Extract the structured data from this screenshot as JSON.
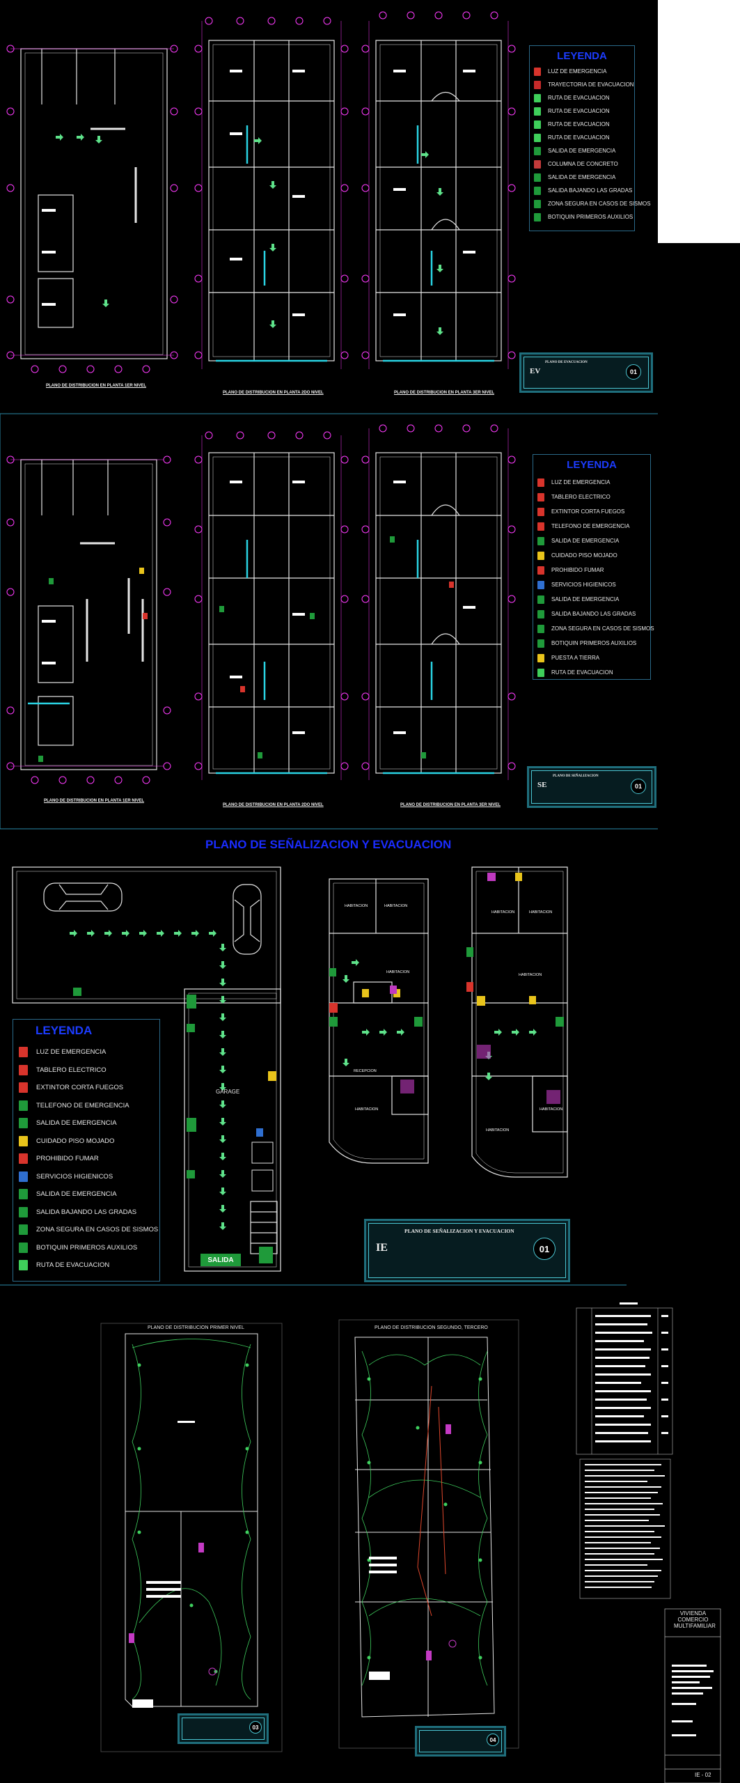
{
  "sheet_top": {
    "legend": {
      "title": "LEYENDA",
      "items": [
        {
          "label": "LUZ DE EMERGENCIA",
          "color": "#d8342c"
        },
        {
          "label": "TRAYECTORIA DE EVACUACION",
          "color": "#c62a2a"
        },
        {
          "label": "RUTA DE EVACUACION",
          "color": "#3fcf5a"
        },
        {
          "label": "RUTA DE EVACUACION",
          "color": "#3fcf5a"
        },
        {
          "label": "RUTA DE EVACUACION",
          "color": "#3fcf5a"
        },
        {
          "label": "RUTA DE EVACUACION",
          "color": "#3fcf5a"
        },
        {
          "label": "SALIDA DE EMERGENCIA",
          "color": "#1f9a3a"
        },
        {
          "label": "COLUMNA DE CONCRETO",
          "color": "#c43a3a"
        },
        {
          "label": "SALIDA DE EMERGENCIA",
          "color": "#1f9a3a"
        },
        {
          "label": "SALIDA BAJANDO LAS GRADAS",
          "color": "#1f9a3a"
        },
        {
          "label": "ZONA SEGURA EN CASOS DE SISMOS",
          "color": "#1f9a3a"
        },
        {
          "label": "BOTIQUIN PRIMEROS AUXILIOS",
          "color": "#1f9a3a"
        }
      ]
    },
    "captions": [
      "PLANO DE DISTRIBUCION EN PLANTA 1ER NIVEL",
      "PLANO DE DISTRIBUCION EN PLANTA 2DO NIVEL",
      "PLANO DE DISTRIBUCION EN PLANTA 3ER NIVEL"
    ],
    "title_block": {
      "title": "PLANO DE EVACUACION",
      "code": "EV",
      "number": "01"
    }
  },
  "sheet_mid": {
    "legend": {
      "title": "LEYENDA",
      "items": [
        {
          "label": "LUZ DE EMERGENCIA",
          "color": "#d8342c"
        },
        {
          "label": "TABLERO ELECTRICO",
          "color": "#d8342c"
        },
        {
          "label": "EXTINTOR CORTA FUEGOS",
          "color": "#d8342c"
        },
        {
          "label": "TELEFONO DE EMERGENCIA",
          "color": "#d8342c"
        },
        {
          "label": "SALIDA DE EMERGENCIA",
          "color": "#1f9a3a"
        },
        {
          "label": "CUIDADO PISO MOJADO",
          "color": "#e9c41b"
        },
        {
          "label": "PROHIBIDO FUMAR",
          "color": "#d8342c"
        },
        {
          "label": "SERVICIOS HIGIENICOS",
          "color": "#2f6fd0"
        },
        {
          "label": "SALIDA DE EMERGENCIA",
          "color": "#1f9a3a"
        },
        {
          "label": "SALIDA BAJANDO LAS GRADAS",
          "color": "#1f9a3a"
        },
        {
          "label": "ZONA SEGURA EN CASOS DE SISMOS",
          "color": "#1f9a3a"
        },
        {
          "label": "BOTIQUIN PRIMEROS AUXILIOS",
          "color": "#1f9a3a"
        },
        {
          "label": "PUESTA A TIERRA",
          "color": "#e9c41b"
        },
        {
          "label": "RUTA DE EVACUACION",
          "color": "#3fcf5a"
        }
      ]
    },
    "captions": [
      "PLANO DE DISTRIBUCION EN PLANTA 1ER NIVEL",
      "PLANO DE DISTRIBUCION EN PLANTA 2DO NIVEL",
      "PLANO DE DISTRIBUCION EN PLANTA 3ER NIVEL"
    ],
    "title_block": {
      "title": "PLANO DE SEÑALIZACION",
      "code": "SE",
      "number": "01"
    }
  },
  "sheet_senal": {
    "title": "PLANO DE SEÑALIZACION Y EVACUACION",
    "legend": {
      "title": "LEYENDA",
      "items": [
        {
          "label": "LUZ DE EMERGENCIA",
          "color": "#d8342c"
        },
        {
          "label": "TABLERO ELECTRICO",
          "color": "#d8342c"
        },
        {
          "label": "EXTINTOR CORTA FUEGOS",
          "color": "#d8342c"
        },
        {
          "label": "TELEFONO DE EMERGENCIA",
          "color": "#1f9a3a"
        },
        {
          "label": "SALIDA DE EMERGENCIA",
          "color": "#1f9a3a"
        },
        {
          "label": "CUIDADO PISO MOJADO",
          "color": "#e9c41b"
        },
        {
          "label": "PROHIBIDO FUMAR",
          "color": "#d8342c"
        },
        {
          "label": "SERVICIOS HIGIENICOS",
          "color": "#2f6fd0"
        },
        {
          "label": "SALIDA DE EMERGENCIA",
          "color": "#1f9a3a"
        },
        {
          "label": "SALIDA BAJANDO LAS GRADAS",
          "color": "#1f9a3a"
        },
        {
          "label": "ZONA SEGURA EN CASOS DE SISMOS",
          "color": "#1f9a3a"
        },
        {
          "label": "BOTIQUIN PRIMEROS AUXILIOS",
          "color": "#1f9a3a"
        },
        {
          "label": "RUTA DE EVACUACION",
          "color": "#3fcf5a"
        }
      ]
    },
    "garage_label": "GARAGE",
    "salida_label": "SALIDA",
    "rooms": [
      "HABITACION",
      "HABITACION",
      "HABITACION",
      "RECEPCION",
      "HABITACION",
      "HABITACION",
      "HABITACION",
      "HABITACION",
      "HABITACION",
      "HABITACION"
    ],
    "title_block": {
      "title": "PLANO DE SEÑALIZACION Y EVACUACION",
      "code": "IE",
      "number": "01"
    }
  },
  "sheet_elec": {
    "captions": [
      "PLANO DE DISTRIBUCION PRIMER NIVEL",
      "PLANO DE DISTRIBUCION SEGUNDO, TERCERO"
    ],
    "title_blocks": [
      {
        "number": "03"
      },
      {
        "number": "04"
      }
    ],
    "cartela": {
      "line1": "VIVIENDA",
      "line2": "COMERCIO",
      "line3": "MULTIFAMILIAR",
      "sheet": "IE - 02"
    }
  },
  "colors": {
    "wall": "#e6e6e6",
    "axis": "#ff3bff",
    "cyan": "#2ad4e4",
    "green": "#38d85b",
    "legend_title": "#1c3cff",
    "title": "#1a2cff"
  }
}
